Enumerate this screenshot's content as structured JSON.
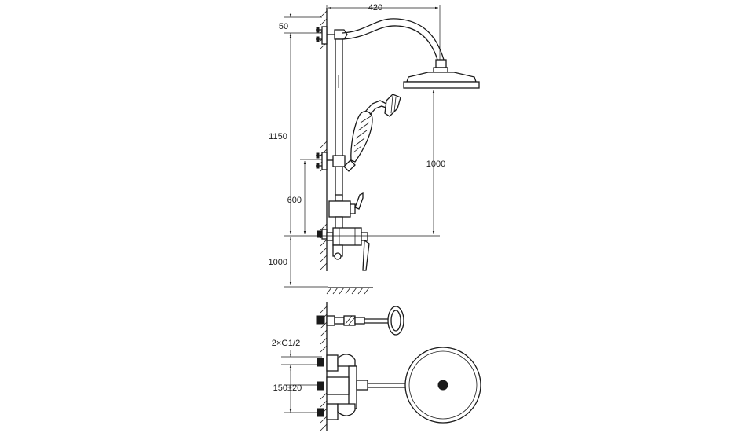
{
  "front_view": {
    "dims": {
      "projection": "420",
      "top_offset": "50",
      "total_height": "1150",
      "head_height": "1000",
      "holder_height": "600",
      "floor_height": "1000"
    }
  },
  "top_view": {
    "dims": {
      "inlet_size": "2×G1/2",
      "inlet_spacing": "150±20"
    }
  }
}
